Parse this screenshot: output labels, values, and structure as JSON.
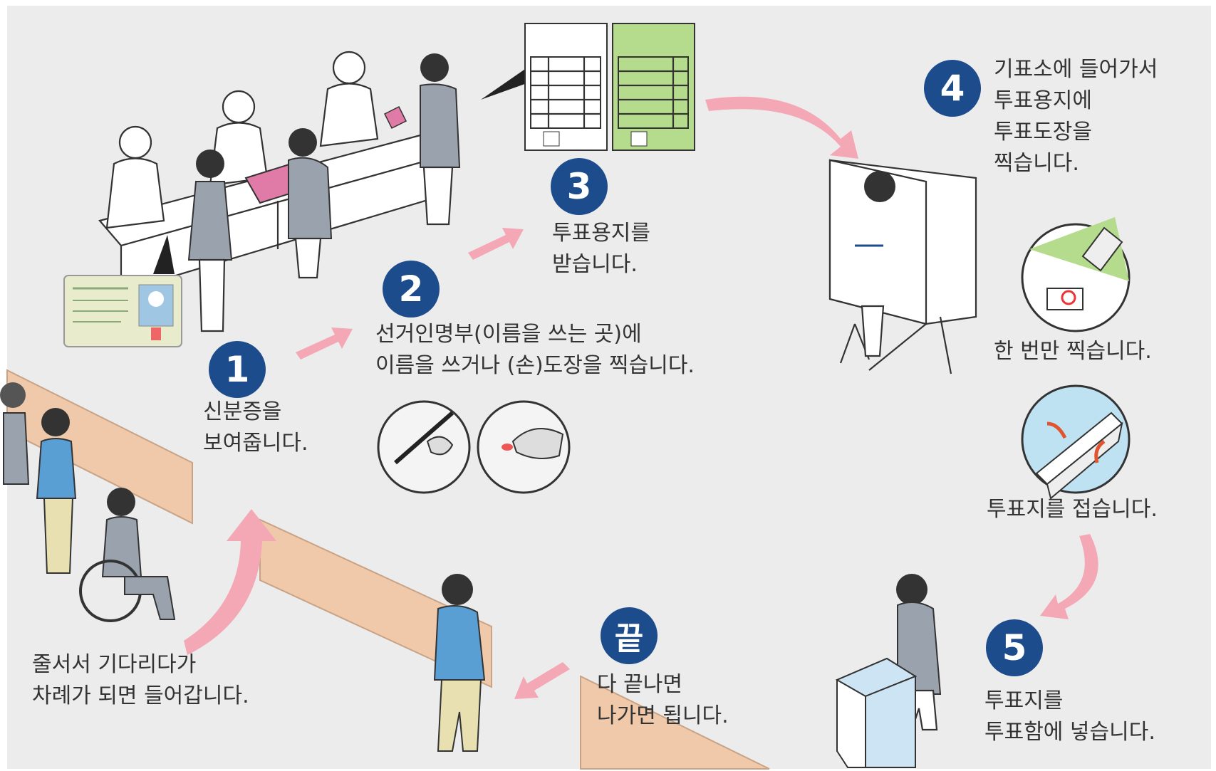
{
  "steps": {
    "queue": {
      "lines": [
        "줄서서 기다리다가",
        "차례가 되면 들어갑니다."
      ]
    },
    "step1": {
      "badge": "1",
      "lines": [
        "신분증을",
        "보여줍니다."
      ]
    },
    "step2": {
      "badge": "2",
      "lines": [
        "선거인명부(이름을 쓰는 곳)에",
        "이름을 쓰거나 (손)도장을 찍습니다."
      ]
    },
    "step3": {
      "badge": "3",
      "lines": [
        "투표용지를",
        "받습니다."
      ]
    },
    "step4": {
      "badge": "4",
      "lines": [
        "기표소에 들어가서",
        "투표용지에",
        "투표도장을",
        "찍습니다."
      ]
    },
    "stamp_once": {
      "text": "한 번만 찍습니다."
    },
    "fold": {
      "text": "투표지를 접습니다."
    },
    "step5": {
      "badge": "5",
      "lines": [
        "투표지를",
        "투표함에 넣습니다."
      ]
    },
    "end": {
      "badge": "끝",
      "lines": [
        "다 끝나면",
        "나가면 됩니다."
      ]
    }
  },
  "colors": {
    "badge": "#1c4c8c",
    "arrow": "#f4a7b5",
    "background": "#ececec",
    "ballot_green": "#b5dc8c",
    "id_card": "#e9eccc",
    "wall": "#efc9a9"
  }
}
